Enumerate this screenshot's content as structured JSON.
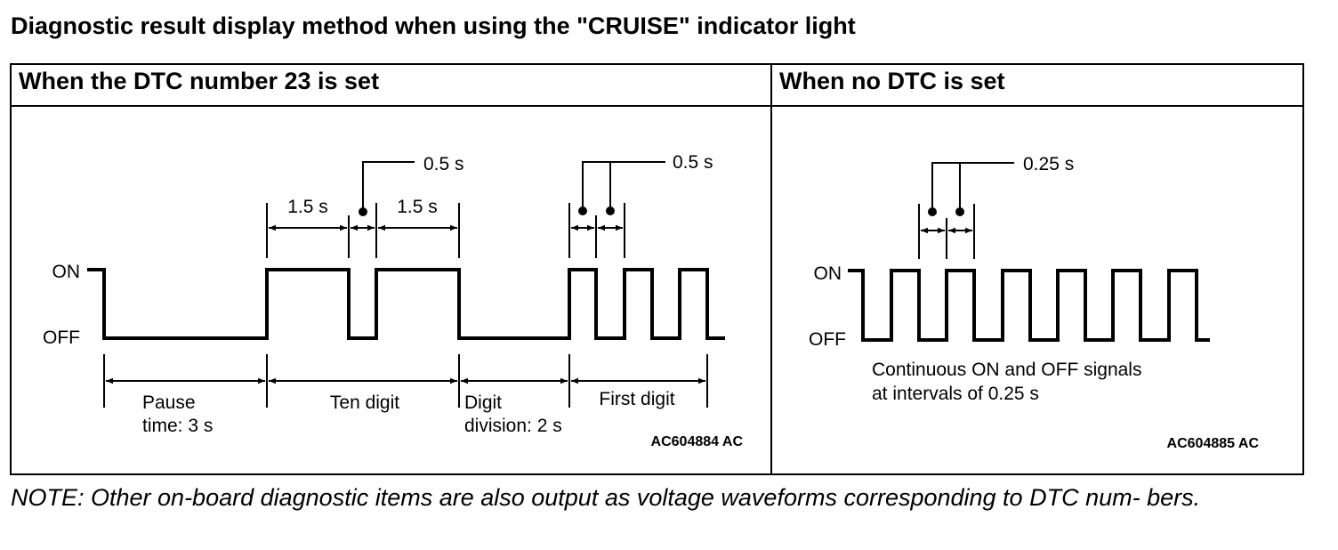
{
  "title": "Diagnostic result display method when using the \"CRUISE\" indicator light",
  "panels": [
    {
      "heading": "When the DTC number 23 is set",
      "state_on": "ON",
      "state_off": "OFF",
      "callouts": {
        "pulse_width": "0.5 s",
        "first_digit_width": "0.5 s",
        "pulse_a": "1.5 s",
        "pulse_b": "1.5 s"
      },
      "segments": {
        "pause_line1": "Pause",
        "pause_line2": "time: 3 s",
        "ten_digit": "Ten digit",
        "division_line1": "Digit",
        "division_line2": "division: 2 s",
        "first_digit": "First digit"
      },
      "figure_code": "AC604884 AC"
    },
    {
      "heading": "When no DTC is set",
      "state_on": "ON",
      "state_off": "OFF",
      "callouts": {
        "interval": "0.25 s"
      },
      "description_line1": "Continuous ON and OFF signals",
      "description_line2": "at intervals of 0.25 s",
      "figure_code": "AC604885 AC"
    }
  ],
  "note": "NOTE: Other on-board diagnostic items are also output as voltage waveforms corresponding to DTC num- bers."
}
